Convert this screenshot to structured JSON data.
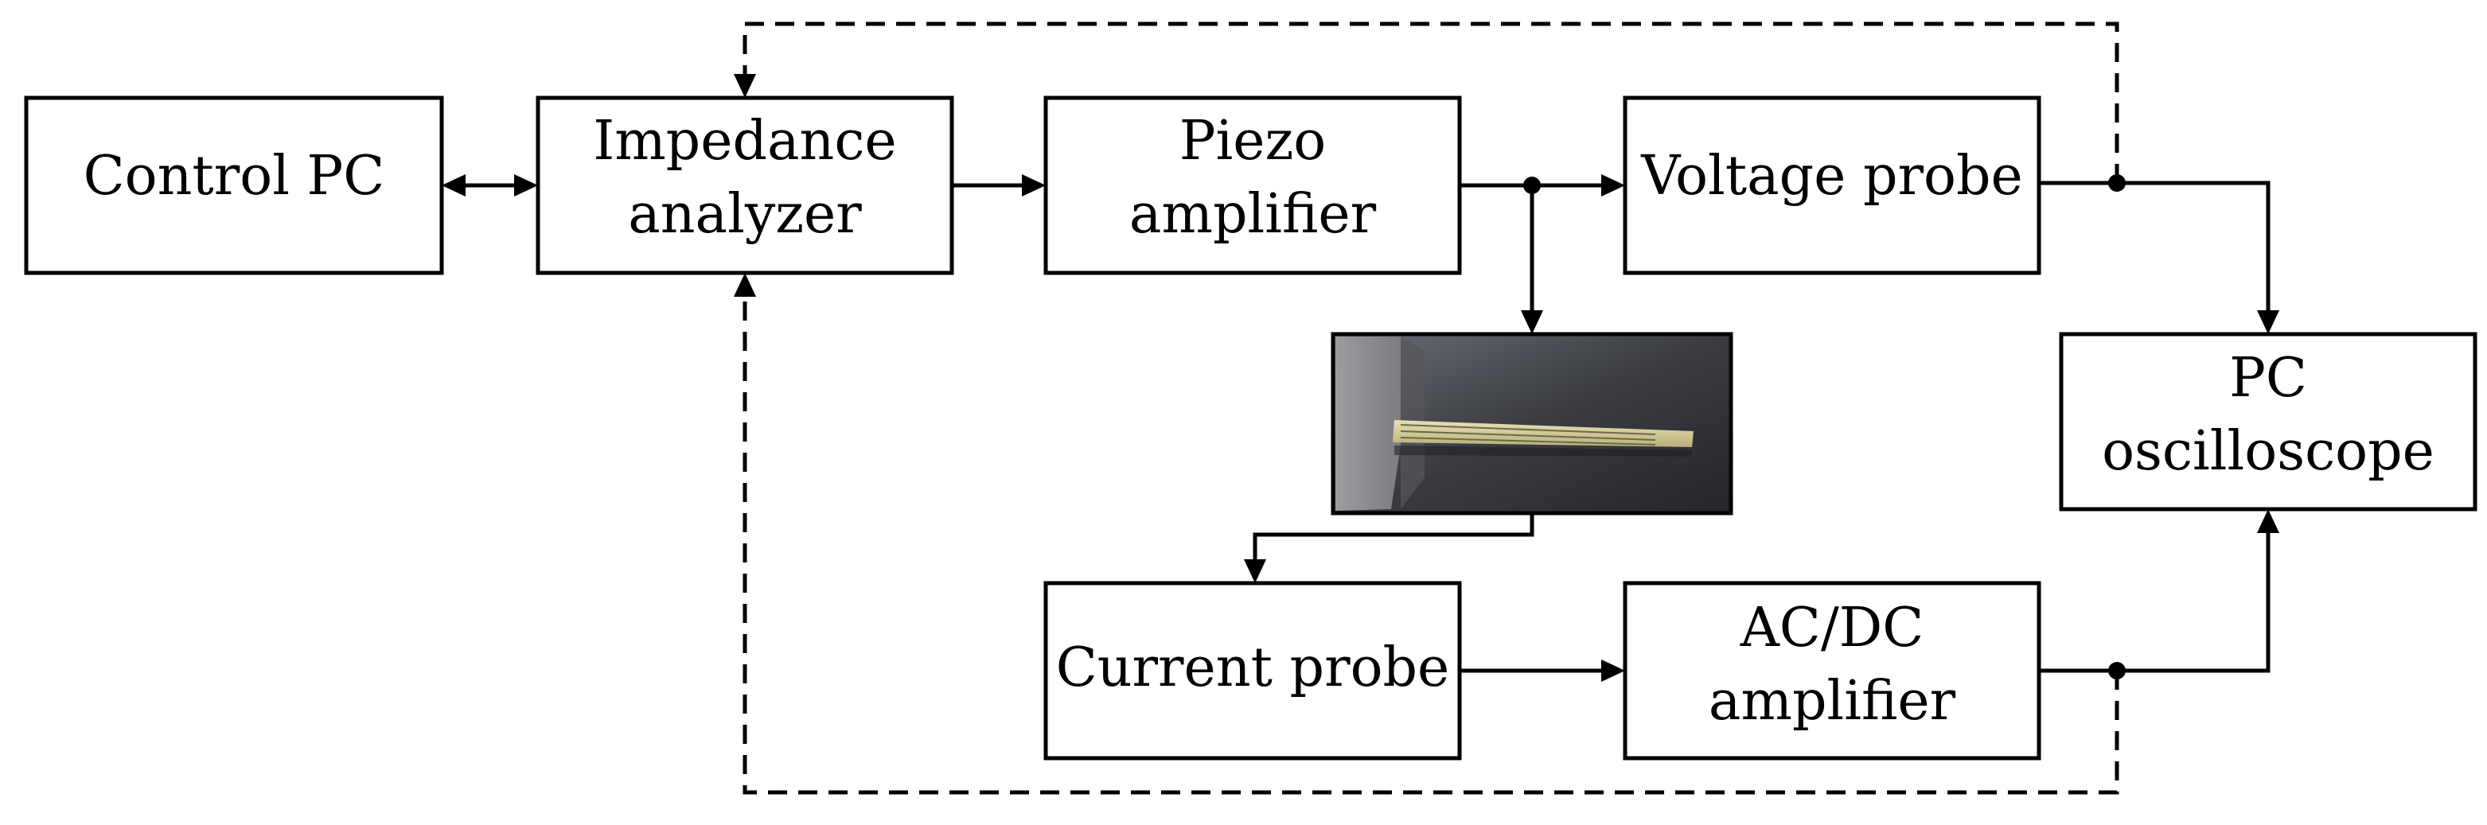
{
  "blocks": {
    "control_pc": "Control PC",
    "impedance_analyzer": [
      "Impedance",
      "analyzer"
    ],
    "piezo_amplifier": [
      "Piezo",
      "amplifier"
    ],
    "voltage_probe": "Voltage probe",
    "pc_oscilloscope": [
      "PC",
      "oscilloscope"
    ],
    "current_probe": "Current probe",
    "acdc_amplifier": [
      "AC/DC",
      "amplifier"
    ]
  },
  "photo": {
    "subject": "piezoelectric cantilever beam clamped in fixture"
  }
}
